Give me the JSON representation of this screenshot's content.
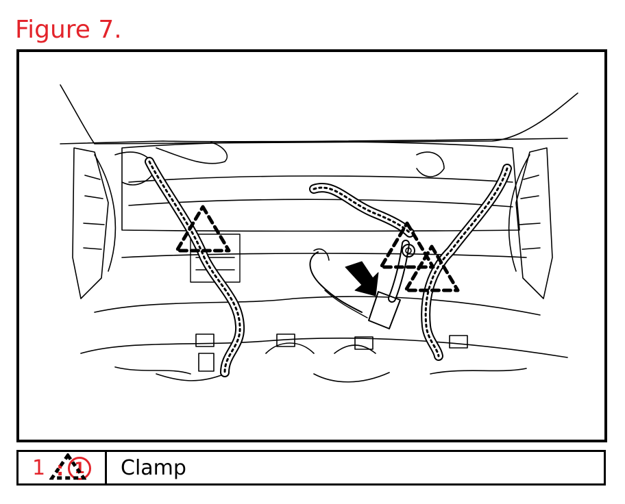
{
  "figure": {
    "title": "Figure 7."
  },
  "colors": {
    "accent": "#e3242b",
    "line": "#000000"
  },
  "legend": {
    "icon": "dashed-triangle-clamp-icon",
    "separator": ":",
    "ref": "1"
  },
  "parts": [
    {
      "number": "1",
      "name": "Clamp"
    }
  ]
}
